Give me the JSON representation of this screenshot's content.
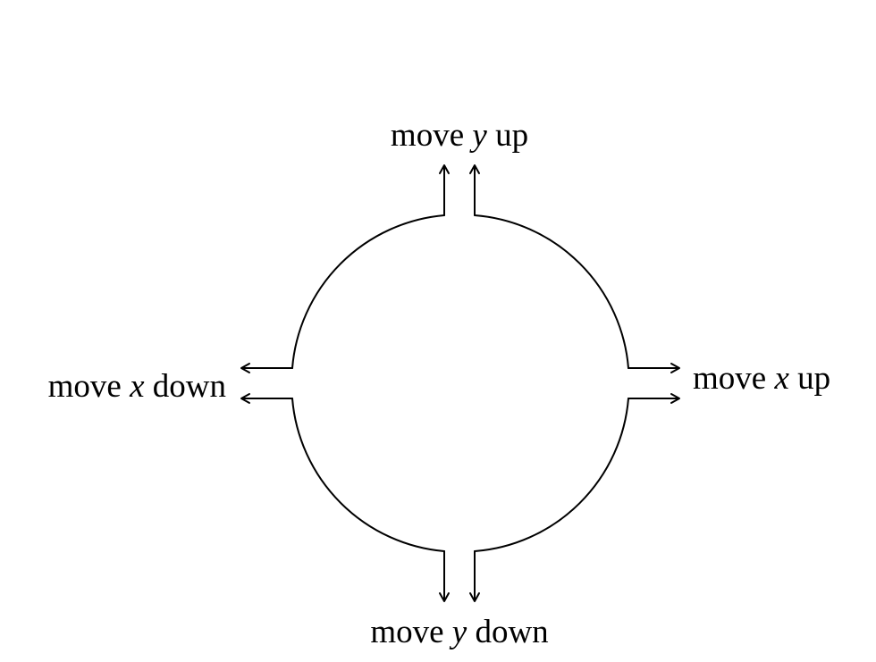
{
  "diagram": {
    "stroke_color": "#000000",
    "labels": {
      "up": {
        "before": "move ",
        "var": "y",
        "after": " up"
      },
      "down": {
        "before": "move ",
        "var": "y",
        "after": " down"
      },
      "left": {
        "before": "move ",
        "var": "x",
        "after": " down"
      },
      "right": {
        "before": "move ",
        "var": "x",
        "after": " up"
      }
    }
  }
}
